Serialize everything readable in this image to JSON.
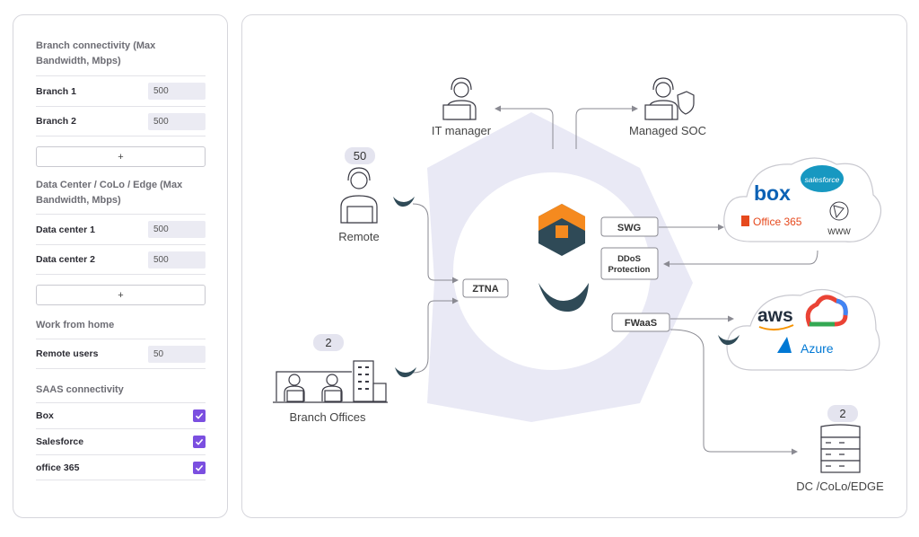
{
  "sidebar": {
    "branch": {
      "title": "Branch connectivity (Max Bandwidth, Mbps)",
      "rows": [
        {
          "label": "Branch 1",
          "value": "500"
        },
        {
          "label": "Branch 2",
          "value": "500"
        }
      ],
      "add_label": "+"
    },
    "datacenter": {
      "title": "Data Center / CoLo / Edge (Max Bandwidth, Mbps)",
      "rows": [
        {
          "label": "Data center 1",
          "value": "500"
        },
        {
          "label": "Data center 2",
          "value": "500"
        }
      ],
      "add_label": "+"
    },
    "wfh": {
      "title": "Work from home",
      "rows": [
        {
          "label": "Remote users",
          "value": "50"
        }
      ]
    },
    "saas": {
      "title": "SAAS connectivity",
      "items": [
        {
          "label": "Box",
          "checked": true
        },
        {
          "label": "Salesforce",
          "checked": true
        },
        {
          "label": "office 365",
          "checked": true
        }
      ]
    }
  },
  "diagram": {
    "it_manager": "IT manager",
    "managed_soc": "Managed SOC",
    "remote_count": "50",
    "remote_label": "Remote",
    "branch_count": "2",
    "branch_label": "Branch Offices",
    "dc_count": "2",
    "dc_label": "DC /CoLo/EDGE",
    "services": {
      "ztna": "ZTNA",
      "swg": "SWG",
      "ddos_line1": "DDoS",
      "ddos_line2": "Protection",
      "fwaas": "FWaaS"
    },
    "saas_cloud": {
      "box": "box",
      "salesforce": "salesforce",
      "office365": "Office 365",
      "www": "WWW"
    },
    "iaas_cloud": {
      "aws": "aws",
      "azure": "Azure"
    }
  },
  "colors": {
    "accent_purple": "#7b4fe0",
    "hex_fill": "#e9e9f5",
    "logo_teal": "#2f4a57",
    "logo_orange": "#f58a1f"
  }
}
